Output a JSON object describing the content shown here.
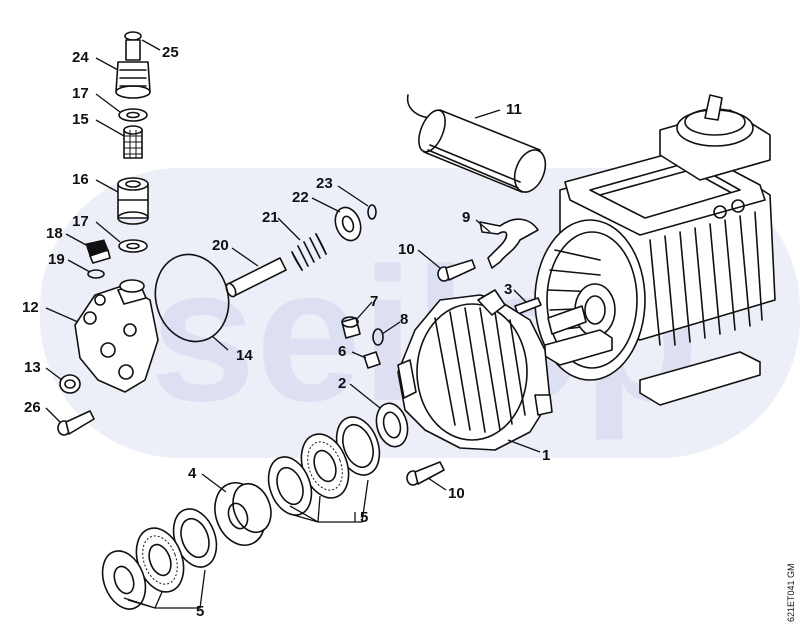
{
  "diagram": {
    "doc_code": "621ET041 GM",
    "watermark": "seilop",
    "colors": {
      "ink": "#111111",
      "watermark": "#c9cdec",
      "background": "#ffffff"
    },
    "callouts": [
      {
        "id": "c25",
        "label": "25"
      },
      {
        "id": "c24",
        "label": "24"
      },
      {
        "id": "c17a",
        "label": "17"
      },
      {
        "id": "c15",
        "label": "15"
      },
      {
        "id": "c16",
        "label": "16"
      },
      {
        "id": "c17b",
        "label": "17"
      },
      {
        "id": "c18",
        "label": "18"
      },
      {
        "id": "c19",
        "label": "19"
      },
      {
        "id": "c12",
        "label": "12"
      },
      {
        "id": "c13",
        "label": "13"
      },
      {
        "id": "c26",
        "label": "26"
      },
      {
        "id": "c20",
        "label": "20"
      },
      {
        "id": "c21",
        "label": "21"
      },
      {
        "id": "c22",
        "label": "22"
      },
      {
        "id": "c23",
        "label": "23"
      },
      {
        "id": "c14",
        "label": "14"
      },
      {
        "id": "c11",
        "label": "11"
      },
      {
        "id": "c9",
        "label": "9"
      },
      {
        "id": "c10a",
        "label": "10"
      },
      {
        "id": "c3",
        "label": "3"
      },
      {
        "id": "c7",
        "label": "7"
      },
      {
        "id": "c8",
        "label": "8"
      },
      {
        "id": "c6",
        "label": "6"
      },
      {
        "id": "c2",
        "label": "2"
      },
      {
        "id": "c1",
        "label": "1"
      },
      {
        "id": "c10b",
        "label": "10"
      },
      {
        "id": "c4",
        "label": "4"
      },
      {
        "id": "c5a",
        "label": "5"
      },
      {
        "id": "c5b",
        "label": "5"
      }
    ]
  }
}
